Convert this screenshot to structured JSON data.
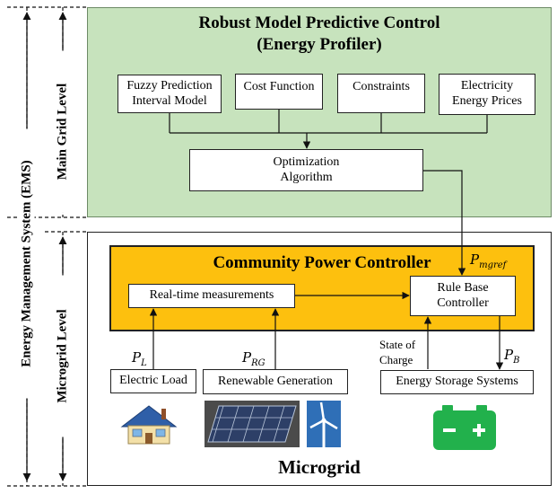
{
  "rmpc": {
    "title_line1": "Robust Model Predictive Control",
    "title_line2": "(Energy Profiler)"
  },
  "inputs": {
    "fuzzy_line1": "Fuzzy Prediction",
    "fuzzy_line2": "Interval Model",
    "cost": "Cost Function",
    "constraints": "Constraints",
    "prices_line1": "Electricity",
    "prices_line2": "Energy Prices"
  },
  "optimization": {
    "line1": "Optimization",
    "line2": "Algorithm"
  },
  "cpc": {
    "title": "Community Power Controller"
  },
  "realtime": "Real-time measurements",
  "rulebase": {
    "line1": "Rule Base",
    "line2": "Controller"
  },
  "signals": {
    "p_mgref": {
      "sym": "P",
      "sub": "mgref"
    },
    "p_l": {
      "sym": "P",
      "sub": "L"
    },
    "p_rg": {
      "sym": "P",
      "sub": "RG"
    },
    "p_b": {
      "sym": "P",
      "sub": "B"
    },
    "soc_line1": "State of",
    "soc_line2": "Charge"
  },
  "components": {
    "load": "Electric Load",
    "renewable": "Renewable Generation",
    "storage": "Energy Storage Systems"
  },
  "microgrid": "Microgrid",
  "levels": {
    "main": "Main Grid Level",
    "micro": "Microgrid  Level",
    "ems": "Energy Management System (EMS)"
  },
  "icons": {
    "house": "house-icon",
    "solar": "solar-panel-icon",
    "wind": "wind-turbine-icon",
    "battery": "battery-icon"
  },
  "colors": {
    "rmpc_bg": "#c7e3bd",
    "cpc_bg": "#fdc00e",
    "battery": "#22b14c",
    "sky": "#2f6fb7"
  }
}
